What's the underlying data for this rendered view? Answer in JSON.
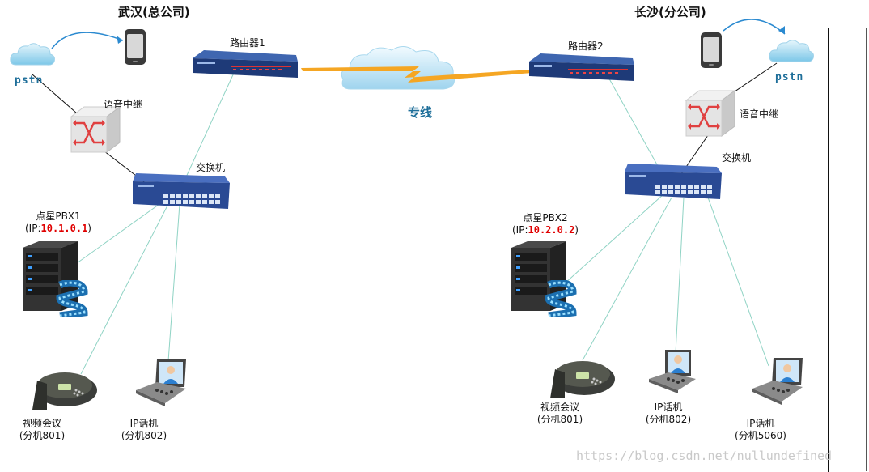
{
  "wuhan": {
    "title": "武汉(总公司)",
    "pstn": "pstn",
    "router": "路由器1",
    "voice_relay": "语音中继",
    "switch": "交换机",
    "pbx_name": "点星PBX1",
    "pbx_ip_prefix": "(IP:",
    "pbx_ip": "10.1.0.1",
    "pbx_ip_suffix": ")",
    "video_conf": "视频会议",
    "video_conf_ext": "(分机801)",
    "ip_phone": "IP话机",
    "ip_phone_ext": "(分机802)"
  },
  "changsha": {
    "title": "长沙(分公司)",
    "pstn": "pstn",
    "router": "路由器2",
    "voice_relay": "语音中继",
    "switch": "交换机",
    "pbx_name": "点星PBX2",
    "pbx_ip_prefix": "(IP:",
    "pbx_ip": "10.2.0.2",
    "pbx_ip_suffix": ")",
    "video_conf": "视频会议",
    "video_conf_ext": "(分机801)",
    "ip_phone_1": "IP话机",
    "ip_phone_1_ext": "(分机802)",
    "ip_phone_2": "IP话机",
    "ip_phone_2_ext": "(分机5060)"
  },
  "link": {
    "label": "专线"
  },
  "watermark": "https://blog.csdn.net/nullundefined",
  "colors": {
    "ip_red": "#e00000",
    "pstn_blue": "#1f6f9a",
    "link_teal": "#8fd3c4",
    "lightning": "#f5a623"
  },
  "icons": [
    "cloud-icon",
    "mobile-phone-icon",
    "router-icon",
    "voice-relay-icon",
    "switch-icon",
    "server-icon",
    "film-reel-icon",
    "conference-phone-icon",
    "ip-phone-icon"
  ]
}
